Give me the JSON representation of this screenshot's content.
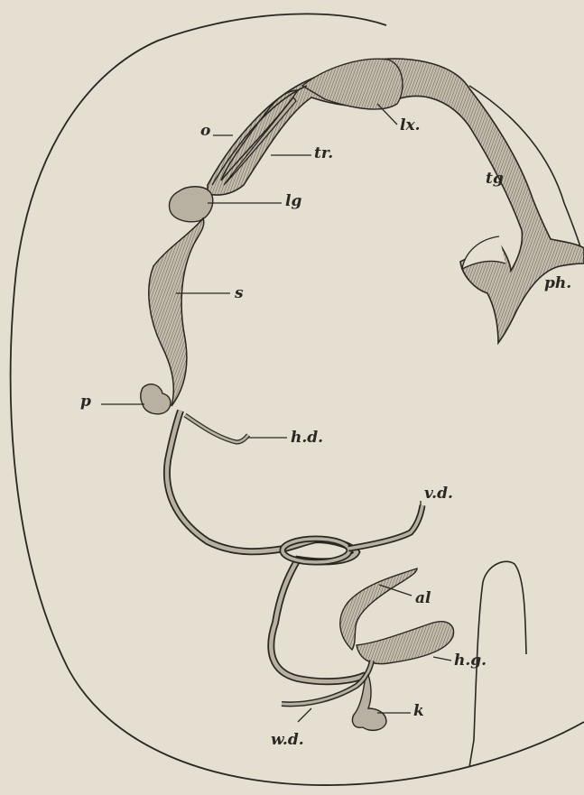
{
  "figure": {
    "labels": {
      "o": "o",
      "tr": "tr.",
      "lx": "lx.",
      "tg": "tg",
      "lg": "lg",
      "s": "s",
      "ph": "ph.",
      "p": "p",
      "hd": "h.d.",
      "vd": "v.d.",
      "al": "al",
      "hg": "h.g.",
      "k": "k",
      "wd": "w.d."
    },
    "colors": {
      "paper": "#e4dfd0",
      "ink": "#2a2622",
      "organ_fill": "#b8b1a2"
    }
  }
}
